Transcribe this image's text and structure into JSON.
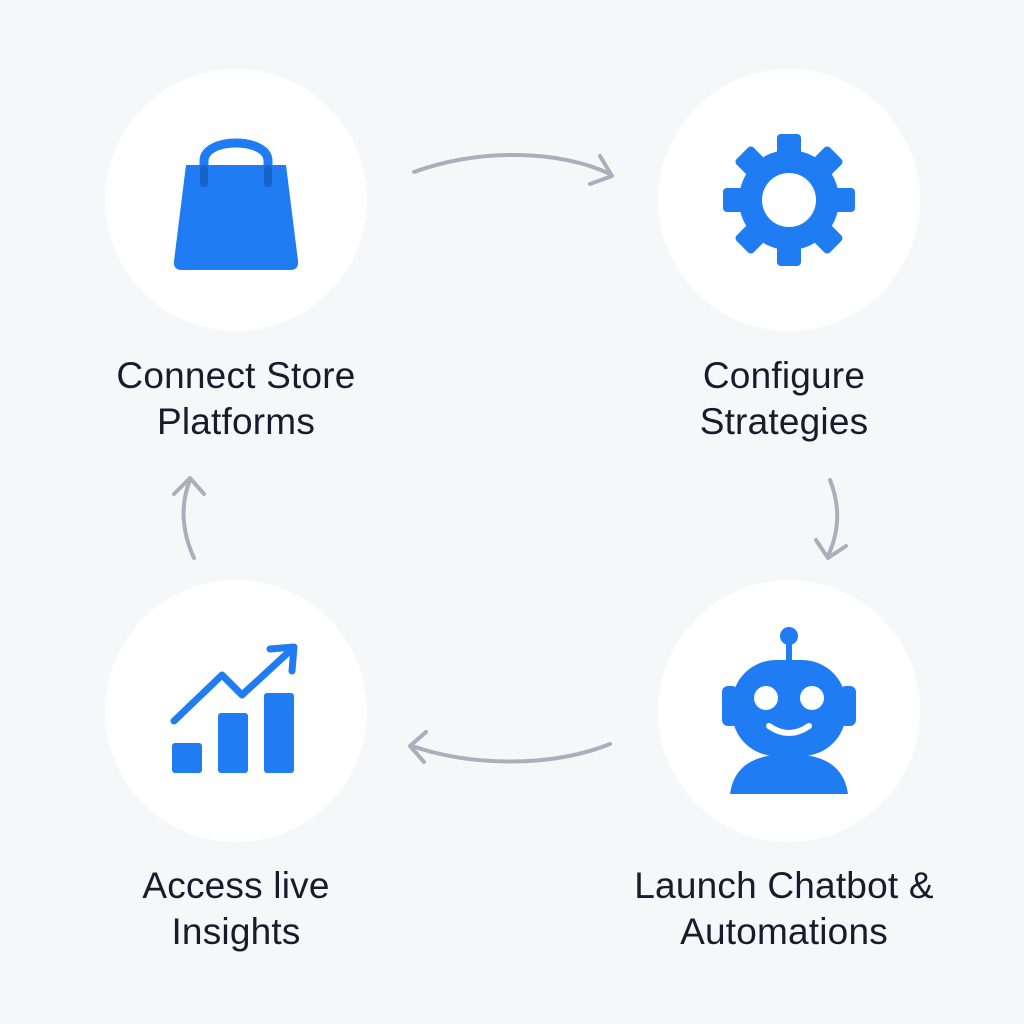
{
  "colors": {
    "background": "#f6f7f9",
    "circle": "#ffffff",
    "accent": "#1f7cf2",
    "arrow": "#a9b0bc",
    "text": "#161c2b"
  },
  "steps": [
    {
      "icon": "shopping-bag-icon",
      "line1": "Connect Store",
      "line2": "Platforms"
    },
    {
      "icon": "gear-icon",
      "line1": "Configure",
      "line2": "Strategies"
    },
    {
      "icon": "robot-icon",
      "line1": "Launch Chatbot &",
      "line2": "Automations"
    },
    {
      "icon": "growth-chart-icon",
      "line1": "Access live",
      "line2": "Insights"
    }
  ]
}
